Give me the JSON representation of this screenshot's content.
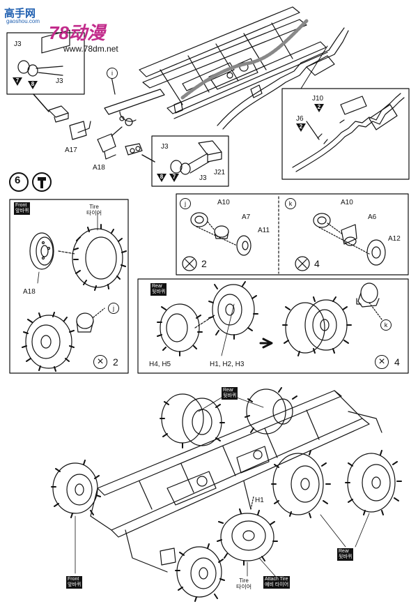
{
  "watermark": {
    "brand": "高手网",
    "url_small": "gaoshou.com",
    "logo": "78动漫",
    "url": "www.78dm.net"
  },
  "step": {
    "number": "6"
  },
  "labels": {
    "j3_a": "J3",
    "j3_b": "J3",
    "j3_c": "J3",
    "j3_d": "J3",
    "n7_a": "7",
    "n8_a": "8",
    "n8_b": "8",
    "n7_b": "7",
    "i": "i",
    "a17": "A17",
    "a18": "A18",
    "j21": "J21",
    "j10": "J10",
    "n2_a": "2",
    "j6": "J6",
    "n2_b": "2",
    "j_circle": "j",
    "k_circle": "k",
    "a10_a": "A10",
    "a7": "A7",
    "a11": "A11",
    "x2_a": "2",
    "a10_b": "A10",
    "a6": "A6",
    "a12": "A12",
    "x4_a": "4",
    "front_tag": "Front\n앞바퀴",
    "tire": "Tire\n타이어",
    "a18_wheel": "A18",
    "x2_b": "2",
    "j_wheel": "j",
    "rear_tag": "Rear\n뒷바퀴",
    "h4h5": "H4, H5",
    "h1h2h3": "H1, H2, H3",
    "k_wheel": "k",
    "x4_b": "4",
    "rear_top": "Rear\n뒷바퀴",
    "h1": "H1",
    "front_bottom": "Front\n앞바퀴",
    "tire_bottom": "Tire\n타이어",
    "attach": "Attach Tire\n예비 타이어",
    "rear_right": "Rear\n뒷바퀴"
  }
}
